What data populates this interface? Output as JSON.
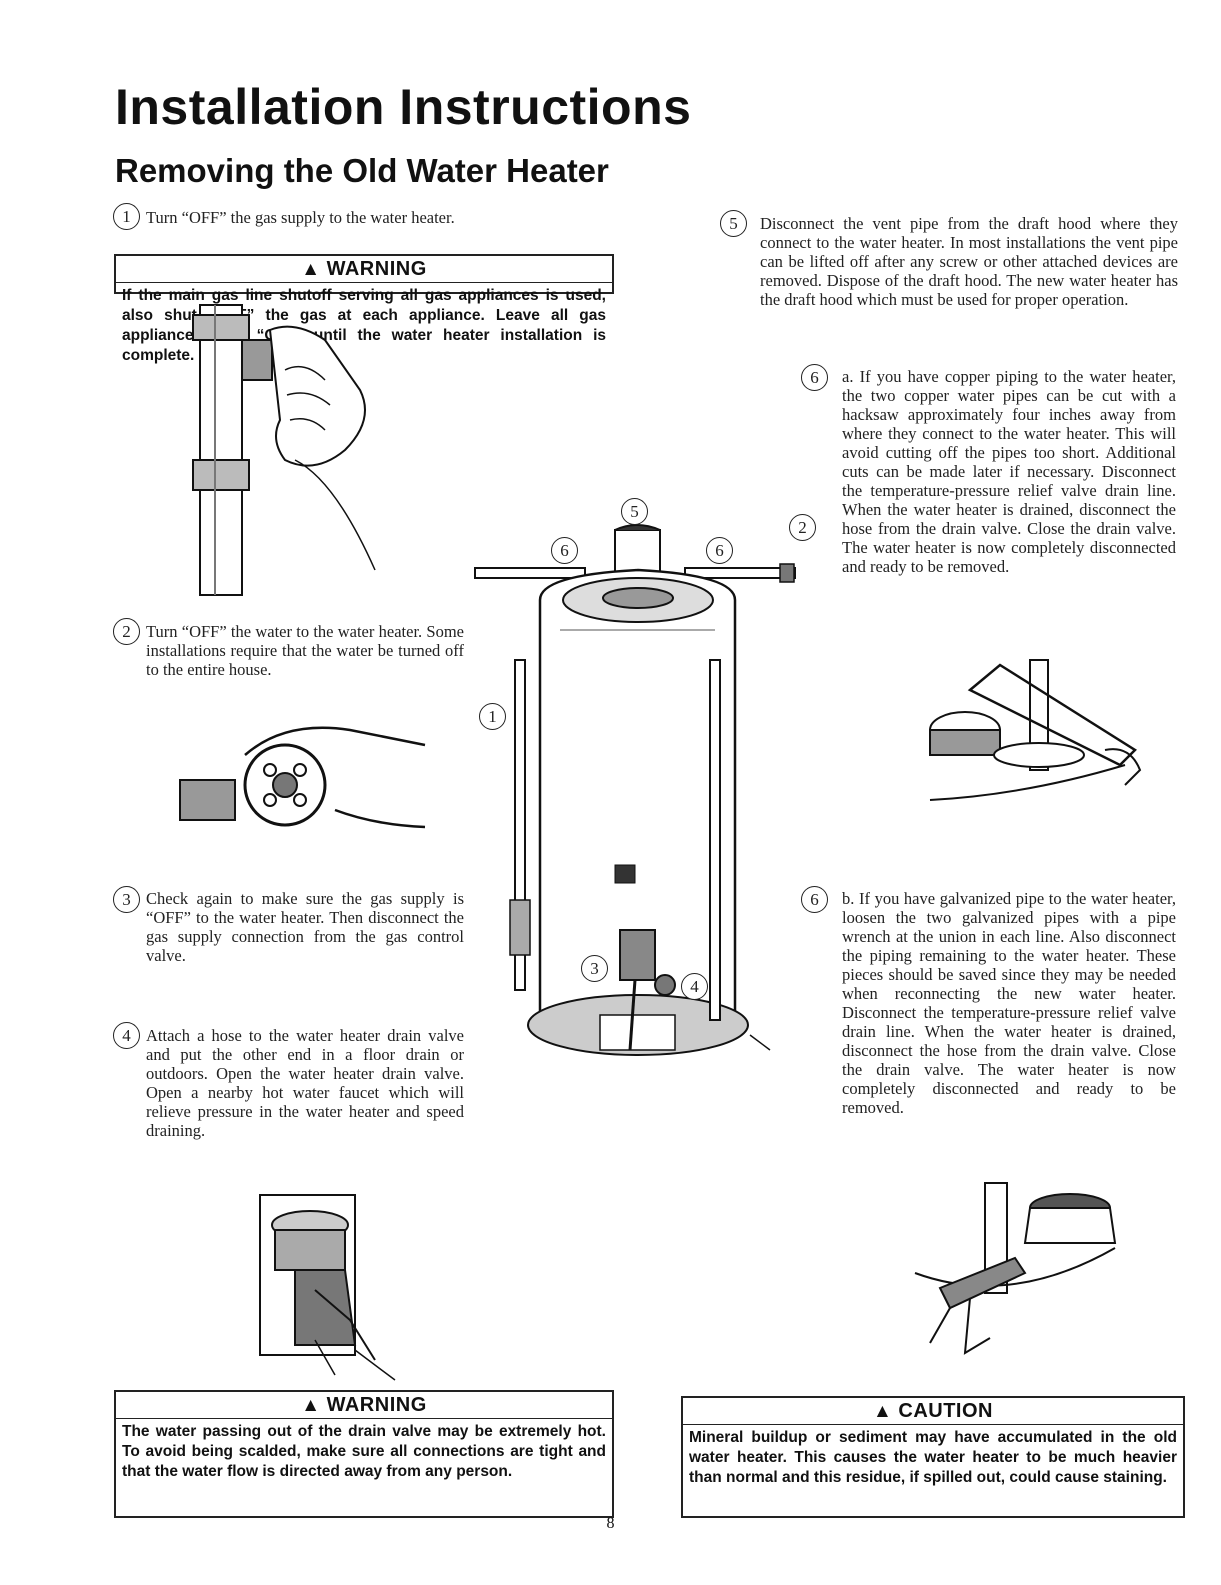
{
  "page": {
    "title": "Installation Instructions",
    "subtitle": "Removing the Old Water Heater",
    "page_number": "8"
  },
  "steps": {
    "s1": {
      "num": "1",
      "text": "Turn “OFF” the gas supply to the water heater."
    },
    "s2": {
      "num": "2",
      "text": "Turn “OFF” the water to the water heater. Some installations require that the water be turned off to the entire house."
    },
    "s3": {
      "num": "3",
      "text": "Check again to make sure the gas supply is “OFF” to the water heater. Then disconnect the gas supply connection from the gas control valve."
    },
    "s4": {
      "num": "4",
      "text": "Attach a hose to the water heater drain valve and put the other end in a floor drain or outdoors. Open the water heater drain valve. Open a nearby hot water faucet which will relieve pressure in the water heater and speed draining."
    },
    "s5": {
      "num": "5",
      "text": "Disconnect the vent pipe from the draft hood where they connect to the water heater. In most installations the vent pipe can be lifted off after any screw or other attached devices are removed. Dispose of the draft hood. The new water heater has the draft hood which must be used for proper operation."
    },
    "s6a": {
      "num": "6",
      "text": "a. If you have copper piping to the water heater, the two copper water pipes can be cut with a hacksaw approximately four inches away from where they connect to the water heater. This will avoid cutting off the pipes too short. Additional cuts can be made later if necessary. Disconnect the temperature-pressure relief valve drain line. When the water heater is drained, disconnect the hose from the drain valve. Close the drain valve. The water heater is now completely disconnected and ready to be removed."
    },
    "s6b": {
      "num": "6",
      "text": "b. If you have galvanized pipe to the water heater, loosen the two galvanized pipes with a pipe wrench at the union in each line. Also disconnect the piping remaining to the water heater. These pieces should be saved since they may be needed when reconnecting the new water heater. Disconnect the temperature-pressure relief valve drain line. When the water heater is drained, disconnect the hose from the drain valve. Close the drain valve. The water heater is now completely disconnected and ready to be removed."
    }
  },
  "warning1": {
    "symbol": "▲",
    "title": "WARNING",
    "text": "If the main gas line shutoff serving all gas appliances is used, also shut “OFF” the gas at each appliance. Leave all gas appliances shut “OFF” until the water heater installation is complete."
  },
  "warning2": {
    "symbol": "▲",
    "title": "WARNING",
    "text": "The water passing out of the drain valve may be extremely hot. To avoid being scalded, make sure all connections are tight and that the water flow is directed away from any person."
  },
  "caution": {
    "symbol": "▲",
    "title": "CAUTION",
    "text": "Mineral buildup or sediment may have accumulated in the old water heater. This causes the water heater to be much heavier than normal and this residue, if spilled out, could cause staining."
  },
  "diagram_callouts": {
    "c1": "1",
    "c2": "2",
    "c3": "3",
    "c4": "4",
    "c5": "5",
    "c6a": "6",
    "c6b": "6"
  }
}
